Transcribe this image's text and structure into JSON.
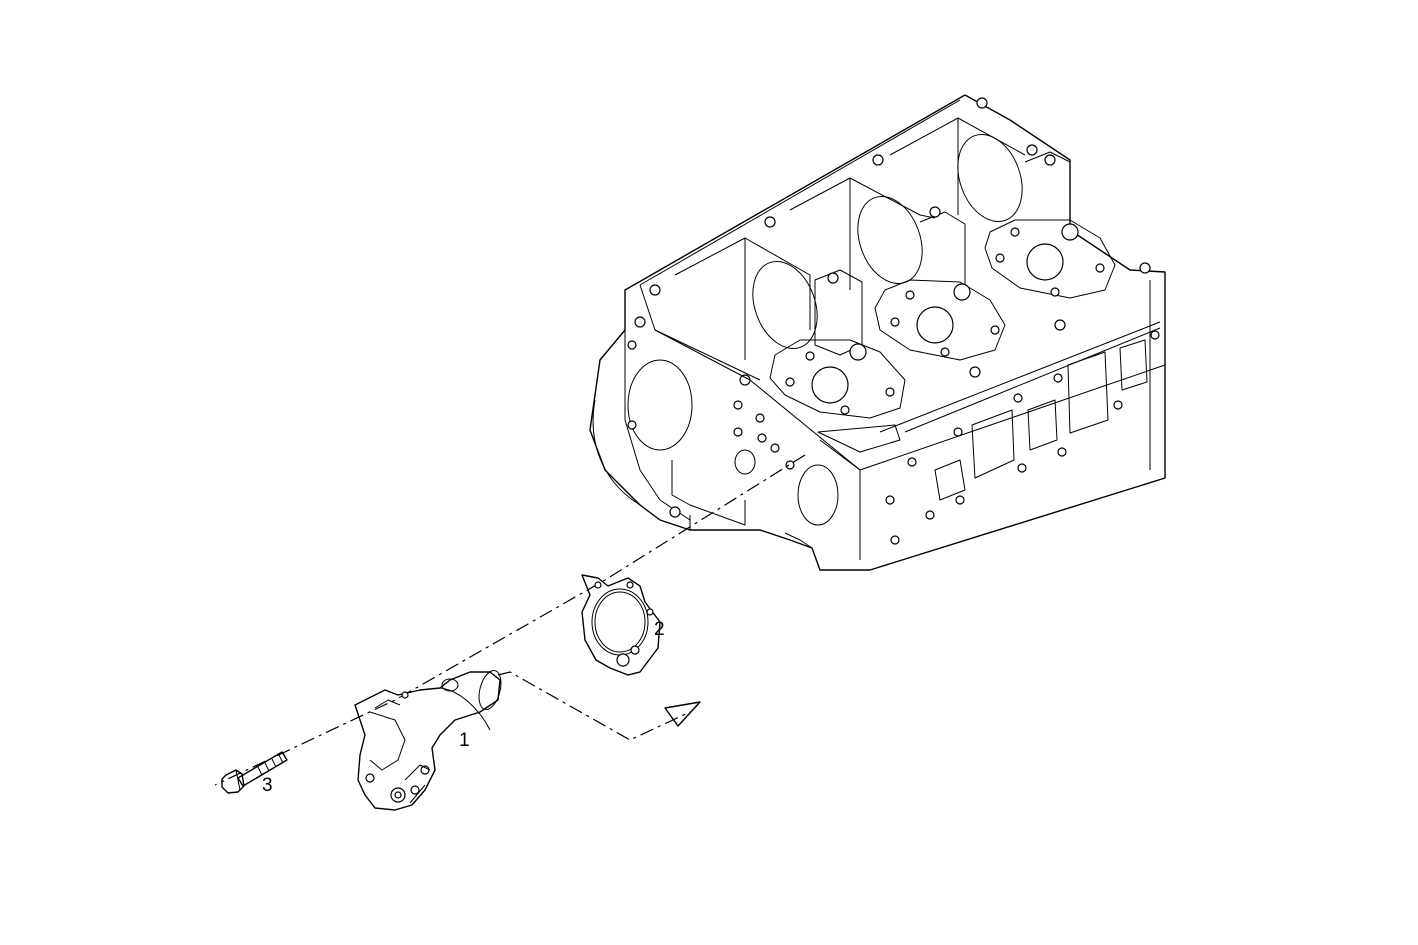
{
  "diagram": {
    "parts": [
      {
        "callout": "1"
      },
      {
        "callout": "2"
      },
      {
        "callout": "3"
      }
    ],
    "line_color": "#000000",
    "background": "#ffffff"
  }
}
